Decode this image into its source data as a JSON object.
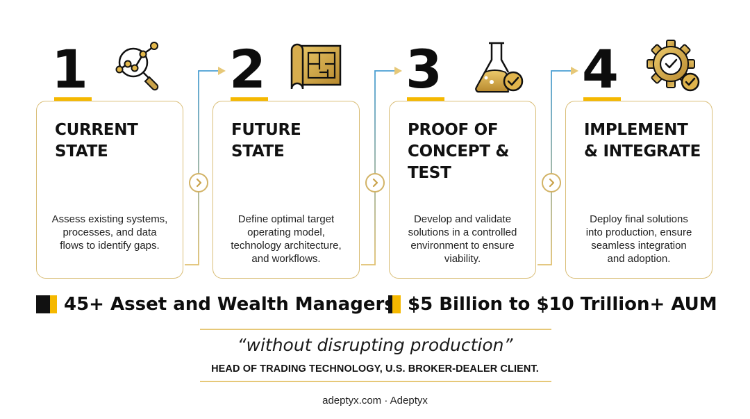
{
  "steps": [
    {
      "number": "1",
      "title": "CURRENT\nSTATE",
      "description": "Assess existing systems,\nprocesses, and data\nflows to identify gaps.",
      "icon": "search-analytics-icon"
    },
    {
      "number": "2",
      "title": "FUTURE\nSTATE",
      "description": "Define optimal target\noperating model,\ntechnology architecture,\nand workflows.",
      "icon": "blueprint-icon"
    },
    {
      "number": "3",
      "title": "PROOF OF\nCONCEPT &\nTEST",
      "description": "Develop and validate\nsolutions in a controlled\nenvironment to ensure\nviability.",
      "icon": "flask-check-icon"
    },
    {
      "number": "4",
      "title": "IMPLEMENT\n& INTEGRATE",
      "description": "Deploy final solutions\ninto production, ensure\nseamless integration\nand adoption.",
      "icon": "gear-check-icon"
    }
  ],
  "stats": [
    {
      "text": "45+ Asset and Wealth Managers"
    },
    {
      "text": "$5 Billion to $10 Trillion+ AUM"
    }
  ],
  "quote": {
    "text": "“without disrupting production”",
    "attribution": "HEAD OF TRADING TECHNOLOGY, U.S. BROKER-DEALER CLIENT."
  },
  "footer": {
    "text": "adeptyx.com · Adeptyx"
  },
  "colors": {
    "accent_gold": "#f5b800",
    "card_border": "#d9bd76",
    "connector_blue": "#4a9fd3",
    "icon_gold": "#c9a24a"
  }
}
